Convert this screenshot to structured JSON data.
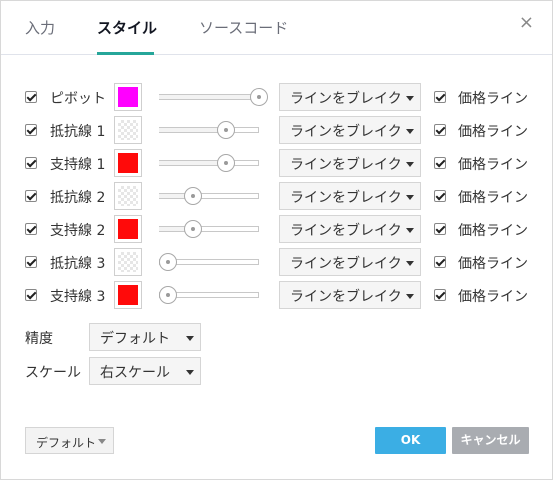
{
  "tabs": [
    {
      "label": "入力",
      "active": false
    },
    {
      "label": "スタイル",
      "active": true
    },
    {
      "label": "ソースコード",
      "active": false
    }
  ],
  "close_glyph": "×",
  "rows": [
    {
      "label": "ピボット",
      "checked": true,
      "swatch": "#ff00ff",
      "transparent": false,
      "slider": 1.0,
      "line_style": "ラインをブレイク",
      "price_label": "価格ライン",
      "price_checked": true
    },
    {
      "label": "抵抗線 1",
      "checked": true,
      "swatch": "",
      "transparent": true,
      "slider": 0.67,
      "line_style": "ラインをブレイク",
      "price_label": "価格ライン",
      "price_checked": true
    },
    {
      "label": "支持線 1",
      "checked": true,
      "swatch": "#ff0a0a",
      "transparent": false,
      "slider": 0.67,
      "line_style": "ラインをブレイク",
      "price_label": "価格ライン",
      "price_checked": true
    },
    {
      "label": "抵抗線 2",
      "checked": true,
      "swatch": "",
      "transparent": true,
      "slider": 0.34,
      "line_style": "ラインをブレイク",
      "price_label": "価格ライン",
      "price_checked": true
    },
    {
      "label": "支持線 2",
      "checked": true,
      "swatch": "#ff0a0a",
      "transparent": false,
      "slider": 0.34,
      "line_style": "ラインをブレイク",
      "price_label": "価格ライン",
      "price_checked": true
    },
    {
      "label": "抵抗線 3",
      "checked": true,
      "swatch": "",
      "transparent": true,
      "slider": 0.0,
      "line_style": "ラインをブレイク",
      "price_label": "価格ライン",
      "price_checked": true
    },
    {
      "label": "支持線 3",
      "checked": true,
      "swatch": "#ff0a0a",
      "transparent": false,
      "slider": 0.0,
      "line_style": "ラインをブレイク",
      "price_label": "価格ライン",
      "price_checked": true
    }
  ],
  "settings": {
    "precision_label": "精度",
    "precision_value": "デフォルト",
    "scale_label": "スケール",
    "scale_value": "右スケール"
  },
  "footer": {
    "default_label": "デフォルト",
    "ok_label": "OK",
    "cancel_label": "キャンセル"
  },
  "colors": {
    "accent": "#26a69a",
    "ok_button": "#3baee4",
    "cancel_button": "#a9acb1"
  },
  "icons": {
    "close": "close-icon",
    "dropdown": "caret-down-icon",
    "checkbox": "checkmark-icon"
  }
}
